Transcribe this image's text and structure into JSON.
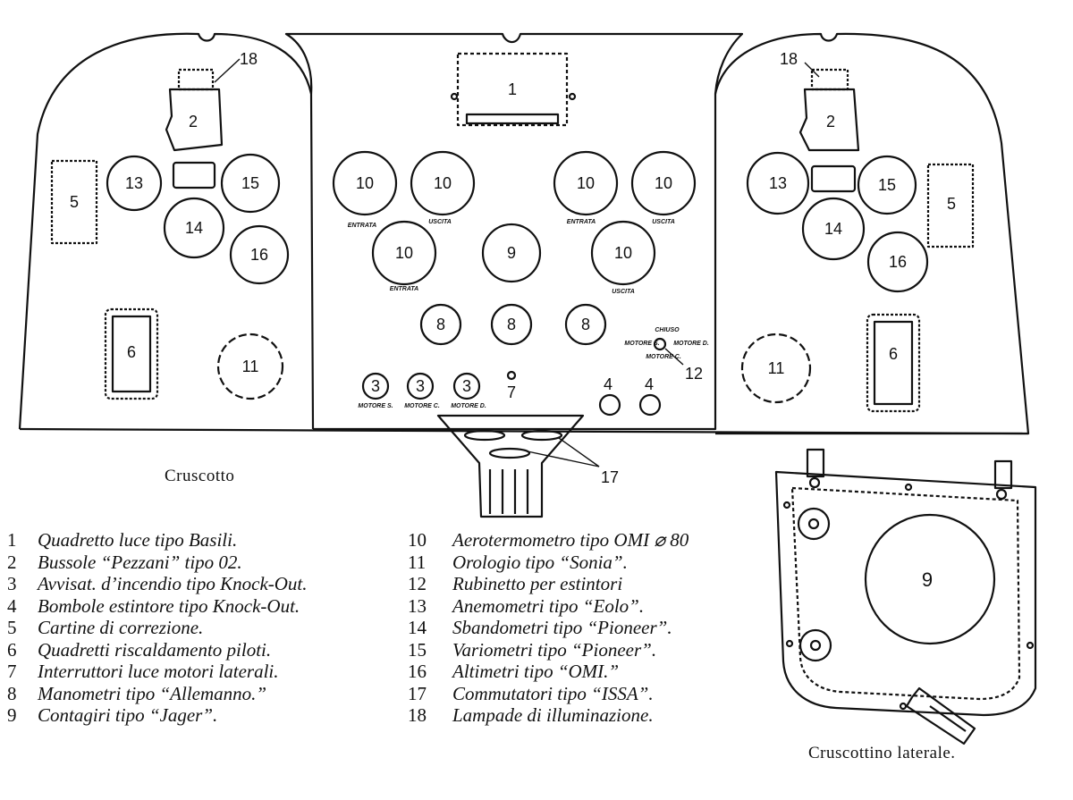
{
  "instrument_labels": {
    "n1": "1",
    "n2": "2",
    "n3": "3",
    "n4": "4",
    "n5": "5",
    "n6": "6",
    "n7": "7",
    "n8": "8",
    "n9": "9",
    "n10": "10",
    "n11": "11",
    "n12": "12",
    "n13": "13",
    "n14": "14",
    "n15": "15",
    "n16": "16",
    "n17": "17",
    "n18": "18"
  },
  "small_labels": {
    "entrata": "ENTRATA",
    "uscita": "USCITA",
    "chiuso": "CHIUSO",
    "motore_s": "MOTORE S.",
    "motore_d": "MOTORE D.",
    "motore_c": "MOTORE C.",
    "motore_s3": "MOTORE S.",
    "motore_c3": "MOTORE C.",
    "motore_d3": "MOTORE D."
  },
  "captions": {
    "main": "Cruscotto",
    "side": "Cruscottino laterale."
  },
  "legend": [
    {
      "num": "1",
      "text": "Quadretto luce tipo Basili."
    },
    {
      "num": "2",
      "text": "Bussole “Pezzani” tipo 02."
    },
    {
      "num": "3",
      "text": "Avvisat. d’incendio tipo Knock-Out."
    },
    {
      "num": "4",
      "text": "Bombole estintore tipo Knock-Out."
    },
    {
      "num": "5",
      "text": "Cartine di correzione."
    },
    {
      "num": "6",
      "text": "Quadretti riscaldamento piloti."
    },
    {
      "num": "7",
      "text": "Interruttori luce motori laterali."
    },
    {
      "num": "8",
      "text": "Manometri tipo “Allemanno.”"
    },
    {
      "num": "9",
      "text": "Contagiri tipo “Jager”."
    },
    {
      "num": "10",
      "text": "Aerotermometro tipo OMI ⌀ 80"
    },
    {
      "num": "11",
      "text": "Orologio tipo “Sonia”."
    },
    {
      "num": "12",
      "text": "Rubinetto per estintori"
    },
    {
      "num": "13",
      "text": "Anemometri tipo “Eolo”."
    },
    {
      "num": "14",
      "text": "Sbandometri tipo “Pioneer”."
    },
    {
      "num": "15",
      "text": "Variometri tipo “Pioneer”."
    },
    {
      "num": "16",
      "text": "Altimetri tipo “OMI.”"
    },
    {
      "num": "17",
      "text": "Commutatori tipo “ISSA”."
    },
    {
      "num": "18",
      "text": "Lampade di illuminazione."
    }
  ]
}
